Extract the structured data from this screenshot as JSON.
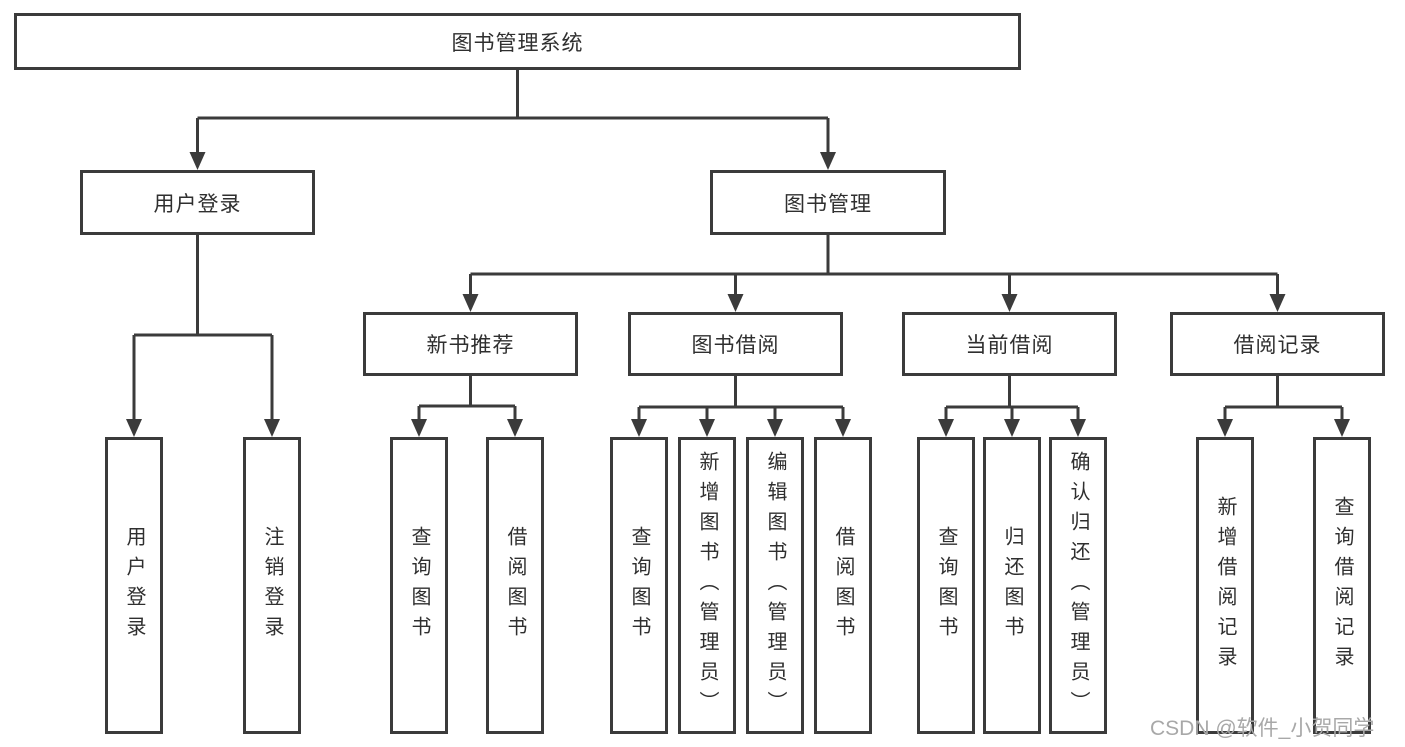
{
  "diagram": {
    "root": "图书管理系统",
    "level2": {
      "user_login": "用户登录",
      "book_mgmt": "图书管理"
    },
    "level3": {
      "new_books": "新书推荐",
      "book_borrow": "图书借阅",
      "current_borrow": "当前借阅",
      "borrow_records": "借阅记录"
    },
    "leaves": {
      "user_login": [
        "用户登录",
        "注销登录"
      ],
      "new_books": [
        "查询图书",
        "借阅图书"
      ],
      "book_borrow": [
        "查询图书",
        "新增图书（管理员）",
        "编辑图书（管理员）",
        "借阅图书"
      ],
      "current_borrow": [
        "查询图书",
        "归还图书",
        "确认归还（管理员）"
      ],
      "borrow_records": [
        "新增借阅记录",
        "查询借阅记录"
      ]
    },
    "watermark": "CSDN @软件_小贺同学",
    "colors": {
      "line": "#3b3b3b",
      "text": "#2f2f2f",
      "background": "#ffffff",
      "watermark": "#a8a8a8"
    }
  }
}
